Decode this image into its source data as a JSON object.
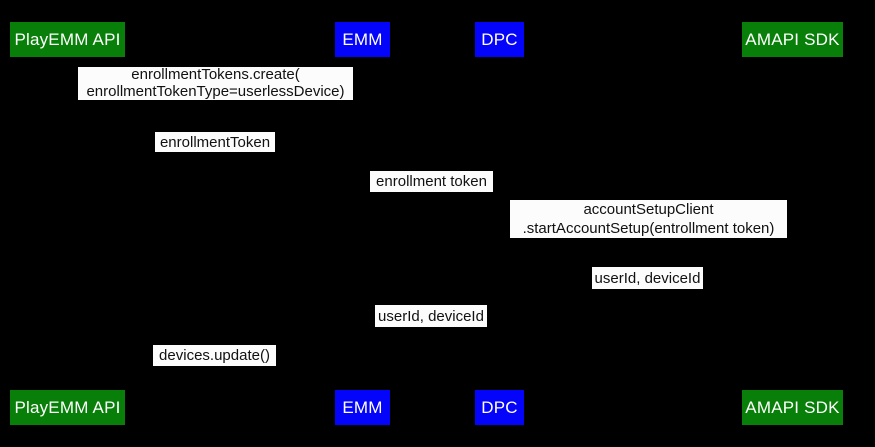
{
  "diagram": {
    "type": "sequence",
    "colors": {
      "background": "#000000",
      "green_actor": "#087f08",
      "blue_actor": "#0404fa",
      "label_background": "#fcfcfc",
      "label_text": "#111111",
      "actor_text": "#ffffff"
    },
    "actors": [
      {
        "label": "PlayEMM API",
        "color": "green"
      },
      {
        "label": "EMM",
        "color": "blue"
      },
      {
        "label": "DPC",
        "color": "blue"
      },
      {
        "label": "AMAPI SDK",
        "color": "green"
      }
    ],
    "messages": [
      {
        "label": "enrollmentTokens.create(\nenrollmentTokenType=userlessDevice)"
      },
      {
        "label": "enrollmentToken"
      },
      {
        "label": "enrollment token"
      },
      {
        "label": "accountSetupClient\n.startAccountSetup(entrollment token)"
      },
      {
        "label": "userId, deviceId"
      },
      {
        "label": "userId, deviceId"
      },
      {
        "label": "devices.update()"
      }
    ]
  }
}
